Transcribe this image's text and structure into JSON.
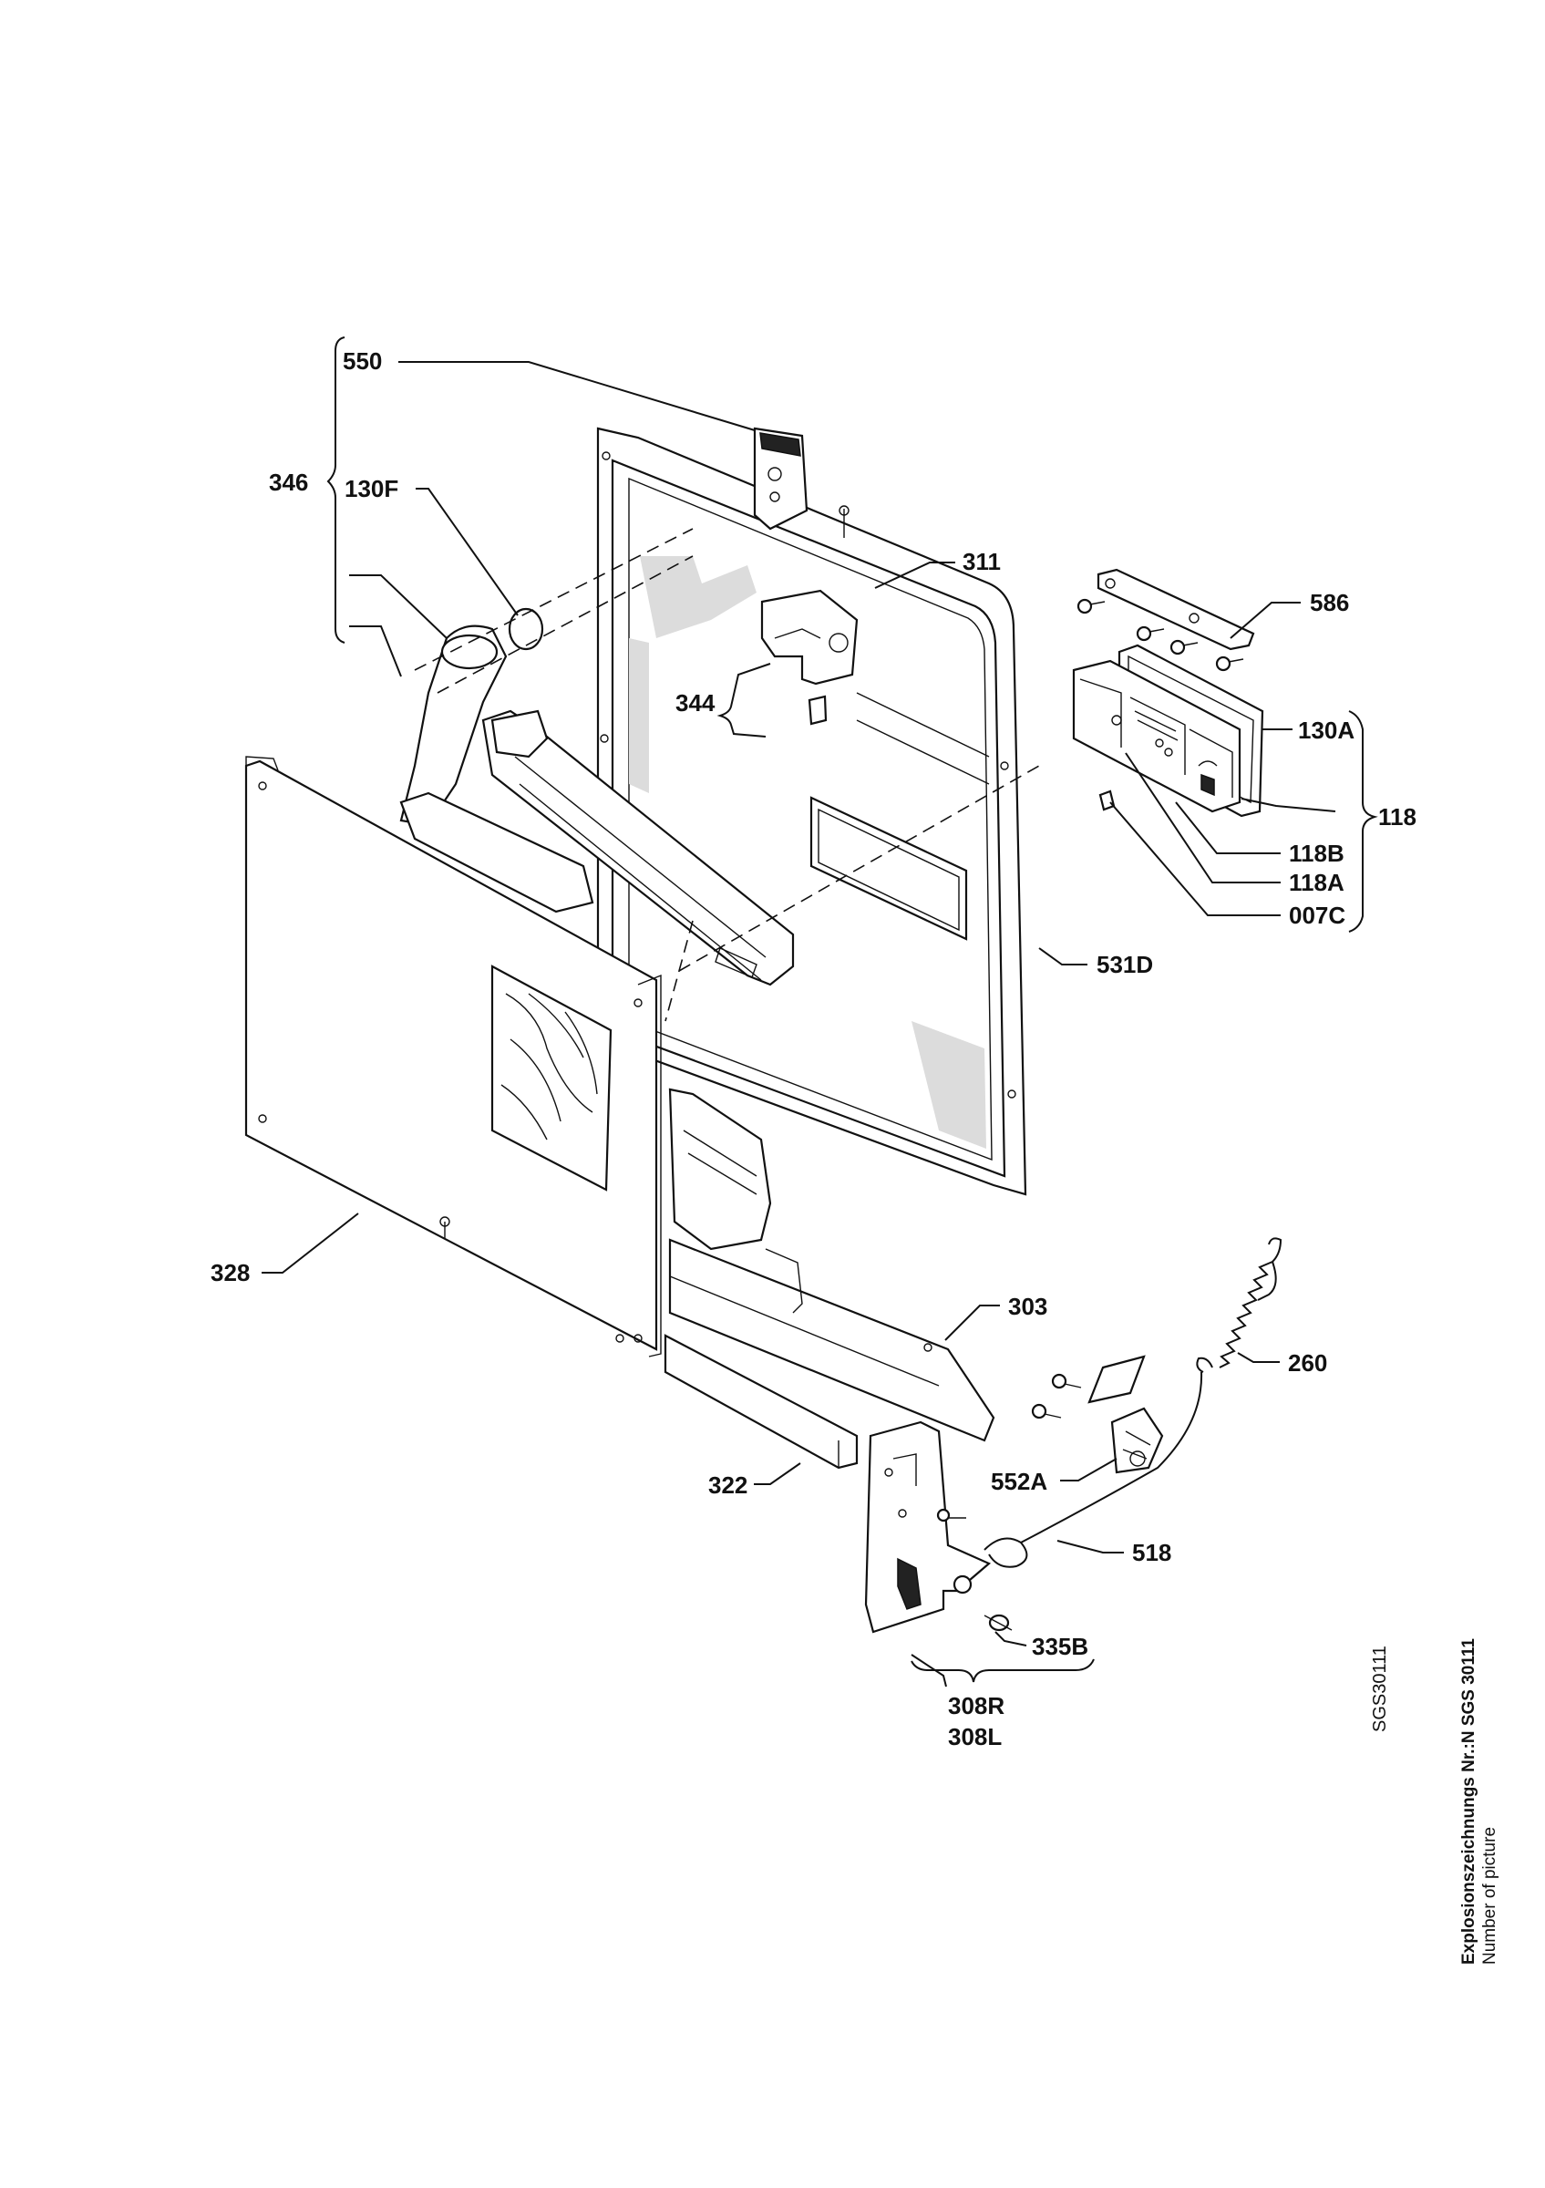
{
  "diagram": {
    "part_labels": {
      "p550": "550",
      "p346": "346",
      "p130F": "130F",
      "p311": "311",
      "p586": "586",
      "p344": "344",
      "p130A": "130A",
      "p118": "118",
      "p118B": "118B",
      "p118A": "118A",
      "p007C": "007C",
      "p531D": "531D",
      "p328": "328",
      "p303": "303",
      "p260": "260",
      "p552A": "552A",
      "p322": "322",
      "p518": "518",
      "p335B": "335B",
      "p308R": "308R",
      "p308L": "308L"
    },
    "side_code": "SGS30111",
    "title_line": "Explosionszeichnungs Nr.:N SGS 30111",
    "subtitle_line": "Number of picture"
  }
}
